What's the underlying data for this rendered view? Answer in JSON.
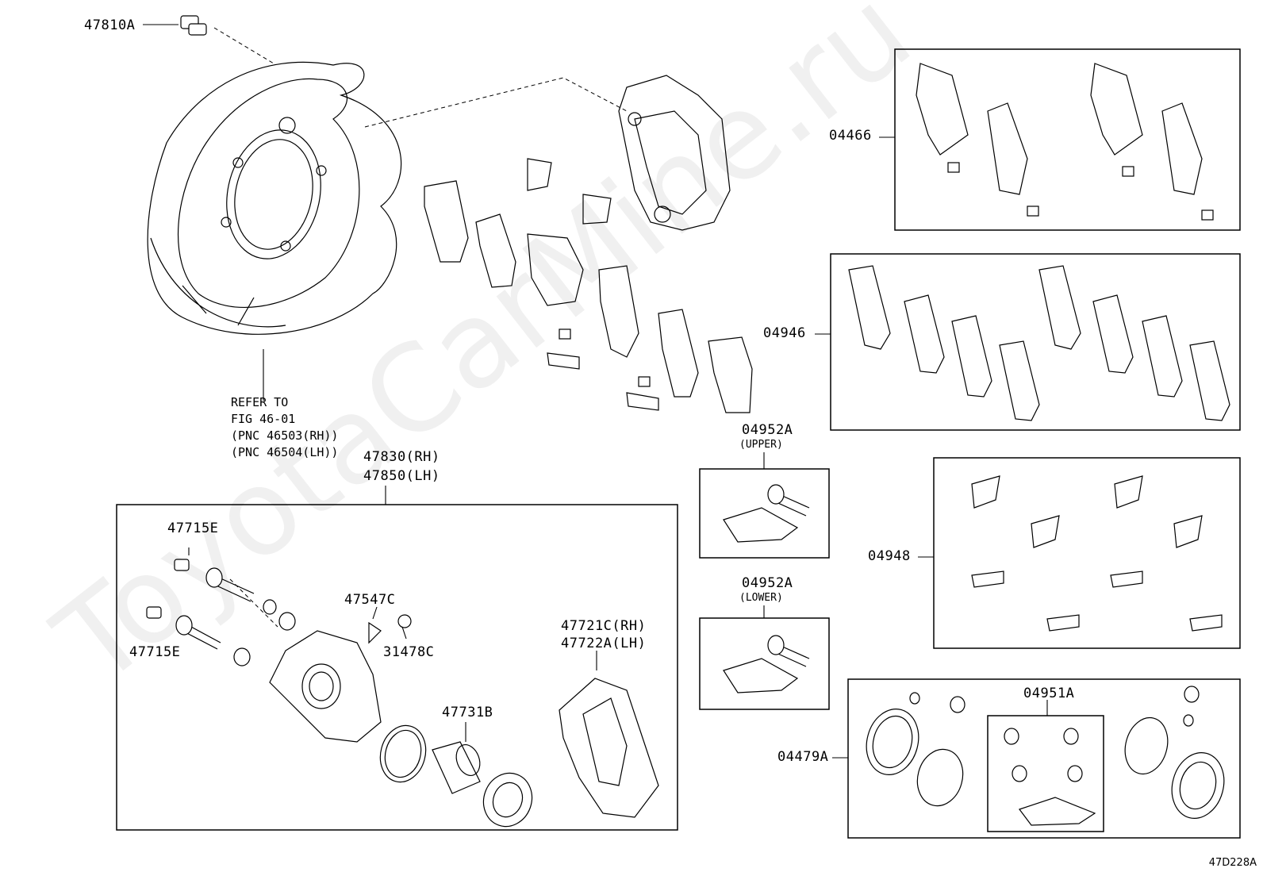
{
  "watermark": "ToyotaCarMine.ru",
  "diagram_code": "47D228A",
  "labels": {
    "p47810A": "47810A",
    "p47830": "47830(RH)",
    "p47850": "47850(LH)",
    "p47715E_top": "47715E",
    "p47715E_bottom": "47715E",
    "p47547C": "47547C",
    "p31478C": "31478C",
    "p47721C": "47721C(RH)",
    "p47722A": "47722A(LH)",
    "p47731B": "47731B",
    "p04466": "04466",
    "p04946": "04946",
    "p04952A_upper": "04952A",
    "upper": "(UPPER)",
    "p04952A_lower": "04952A",
    "lower": "(LOWER)",
    "p04948": "04948",
    "p04951A": "04951A",
    "p04479A": "04479A"
  },
  "refer_note": "REFER TO\nFIG 46-01\n(PNC 46503(RH))\n(PNC 46504(LH))"
}
